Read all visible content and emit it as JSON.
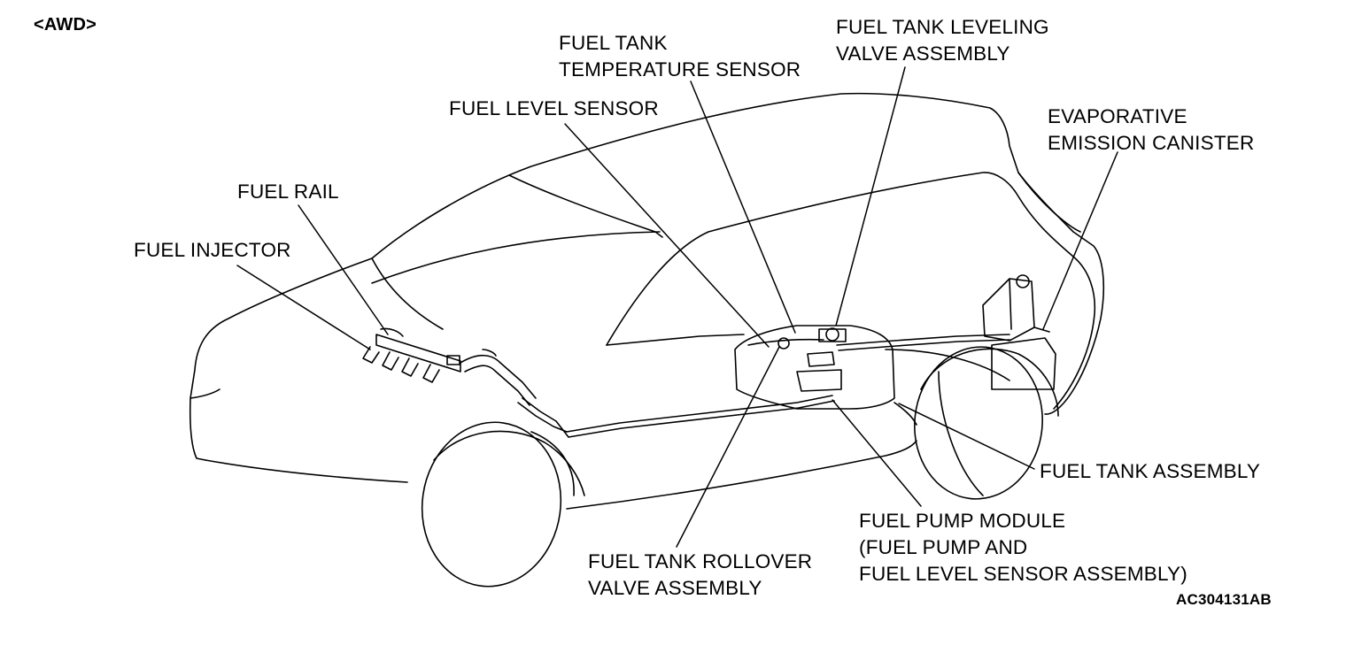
{
  "figure": {
    "variant_tag": "<AWD>",
    "reference_code": "AC304131AB"
  },
  "labels": {
    "fuel_tank_temperature_sensor": [
      "FUEL TANK",
      "TEMPERATURE SENSOR"
    ],
    "fuel_tank_leveling_valve": [
      "FUEL TANK LEVELING",
      "VALVE ASSEMBLY"
    ],
    "fuel_level_sensor": [
      "FUEL LEVEL SENSOR"
    ],
    "evaporative_emission_canister": [
      "EVAPORATIVE",
      "EMISSION CANISTER"
    ],
    "fuel_rail": [
      "FUEL RAIL"
    ],
    "fuel_injector": [
      "FUEL INJECTOR"
    ],
    "fuel_tank_assembly": [
      "FUEL TANK ASSEMBLY"
    ],
    "fuel_pump_module": [
      "FUEL PUMP MODULE",
      "(FUEL PUMP AND",
      "FUEL LEVEL SENSOR ASSEMBLY)"
    ],
    "fuel_tank_rollover_valve": [
      "FUEL TANK ROLLOVER",
      "VALVE ASSEMBLY"
    ]
  }
}
